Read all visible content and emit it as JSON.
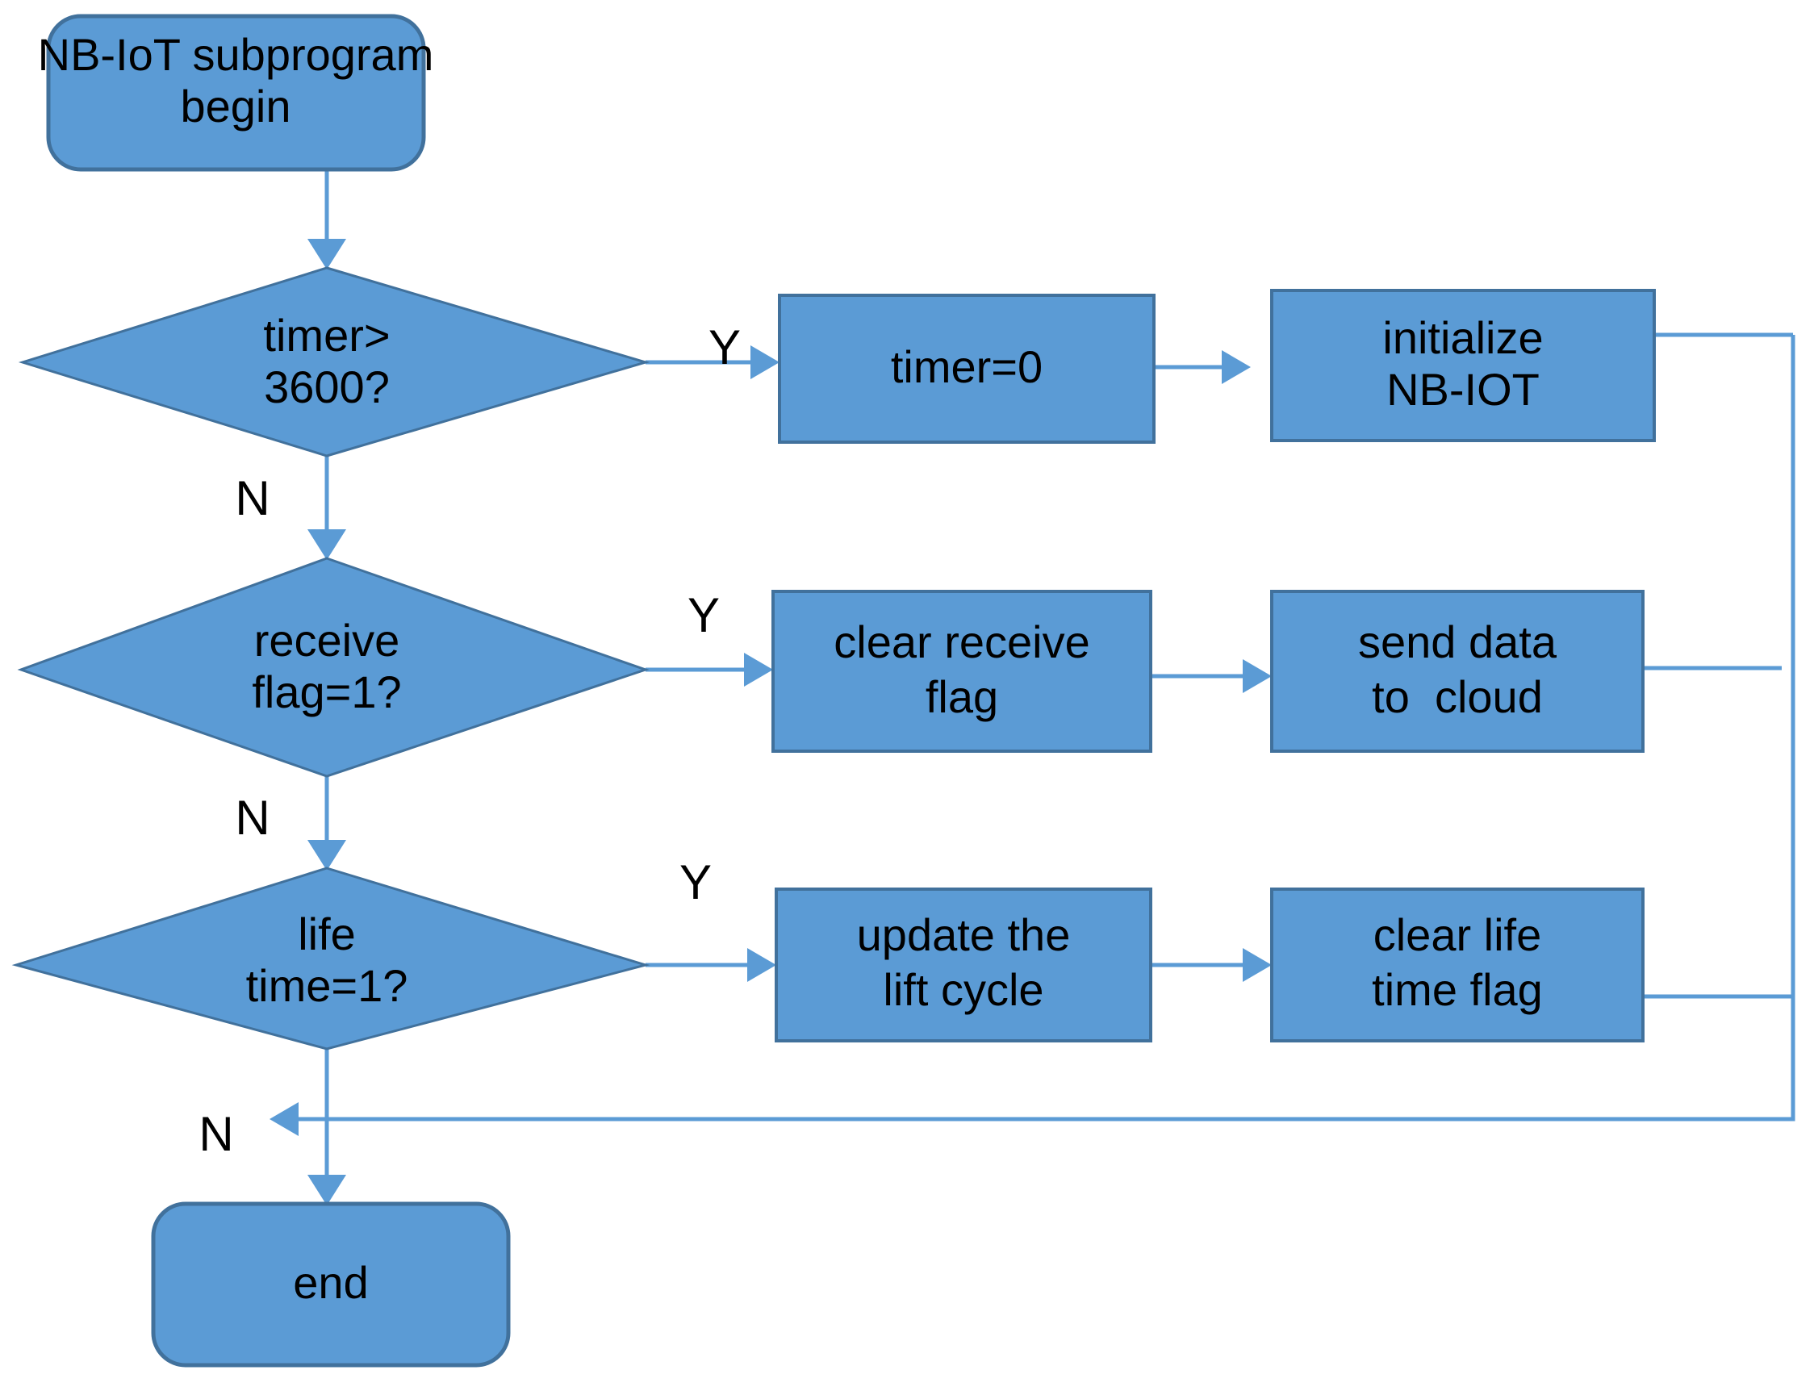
{
  "diagram": {
    "title": "NB-IoT subprogram flowchart",
    "colors": {
      "node_fill": "#5B9BD5",
      "node_border": "#41719C",
      "connector": "#5B9BD5",
      "text": "#000000",
      "background": "#FFFFFF"
    },
    "nodes": {
      "begin": {
        "type": "terminator",
        "line1": "NB-IoT subprogram",
        "line2": "begin"
      },
      "decision_timer": {
        "type": "decision",
        "line1": "timer>",
        "line2": "3600?"
      },
      "timer_zero": {
        "type": "process",
        "line1": "timer=0",
        "line2": ""
      },
      "initialize_nbiot": {
        "type": "process",
        "line1": "initialize",
        "line2": "NB-IOT"
      },
      "decision_receive": {
        "type": "decision",
        "line1": "receive",
        "line2": "flag=1?"
      },
      "clear_receive_flag": {
        "type": "process",
        "line1": "clear receive",
        "line2": "flag"
      },
      "send_data": {
        "type": "process",
        "line1": "send data",
        "line2": "to  cloud"
      },
      "decision_lifetime": {
        "type": "decision",
        "line1": "life",
        "line2": "time=1?"
      },
      "update_lift_cycle": {
        "type": "process",
        "line1": "update the",
        "line2": "lift cycle"
      },
      "clear_life_flag": {
        "type": "process",
        "line1": "clear life",
        "line2": "time flag"
      },
      "end": {
        "type": "terminator",
        "line1": "end",
        "line2": ""
      }
    },
    "branch_labels": {
      "timer_yes": "Y",
      "timer_no": "N",
      "receive_yes": "Y",
      "receive_no": "N",
      "lifetime_yes": "Y",
      "lifetime_no": "N"
    }
  }
}
